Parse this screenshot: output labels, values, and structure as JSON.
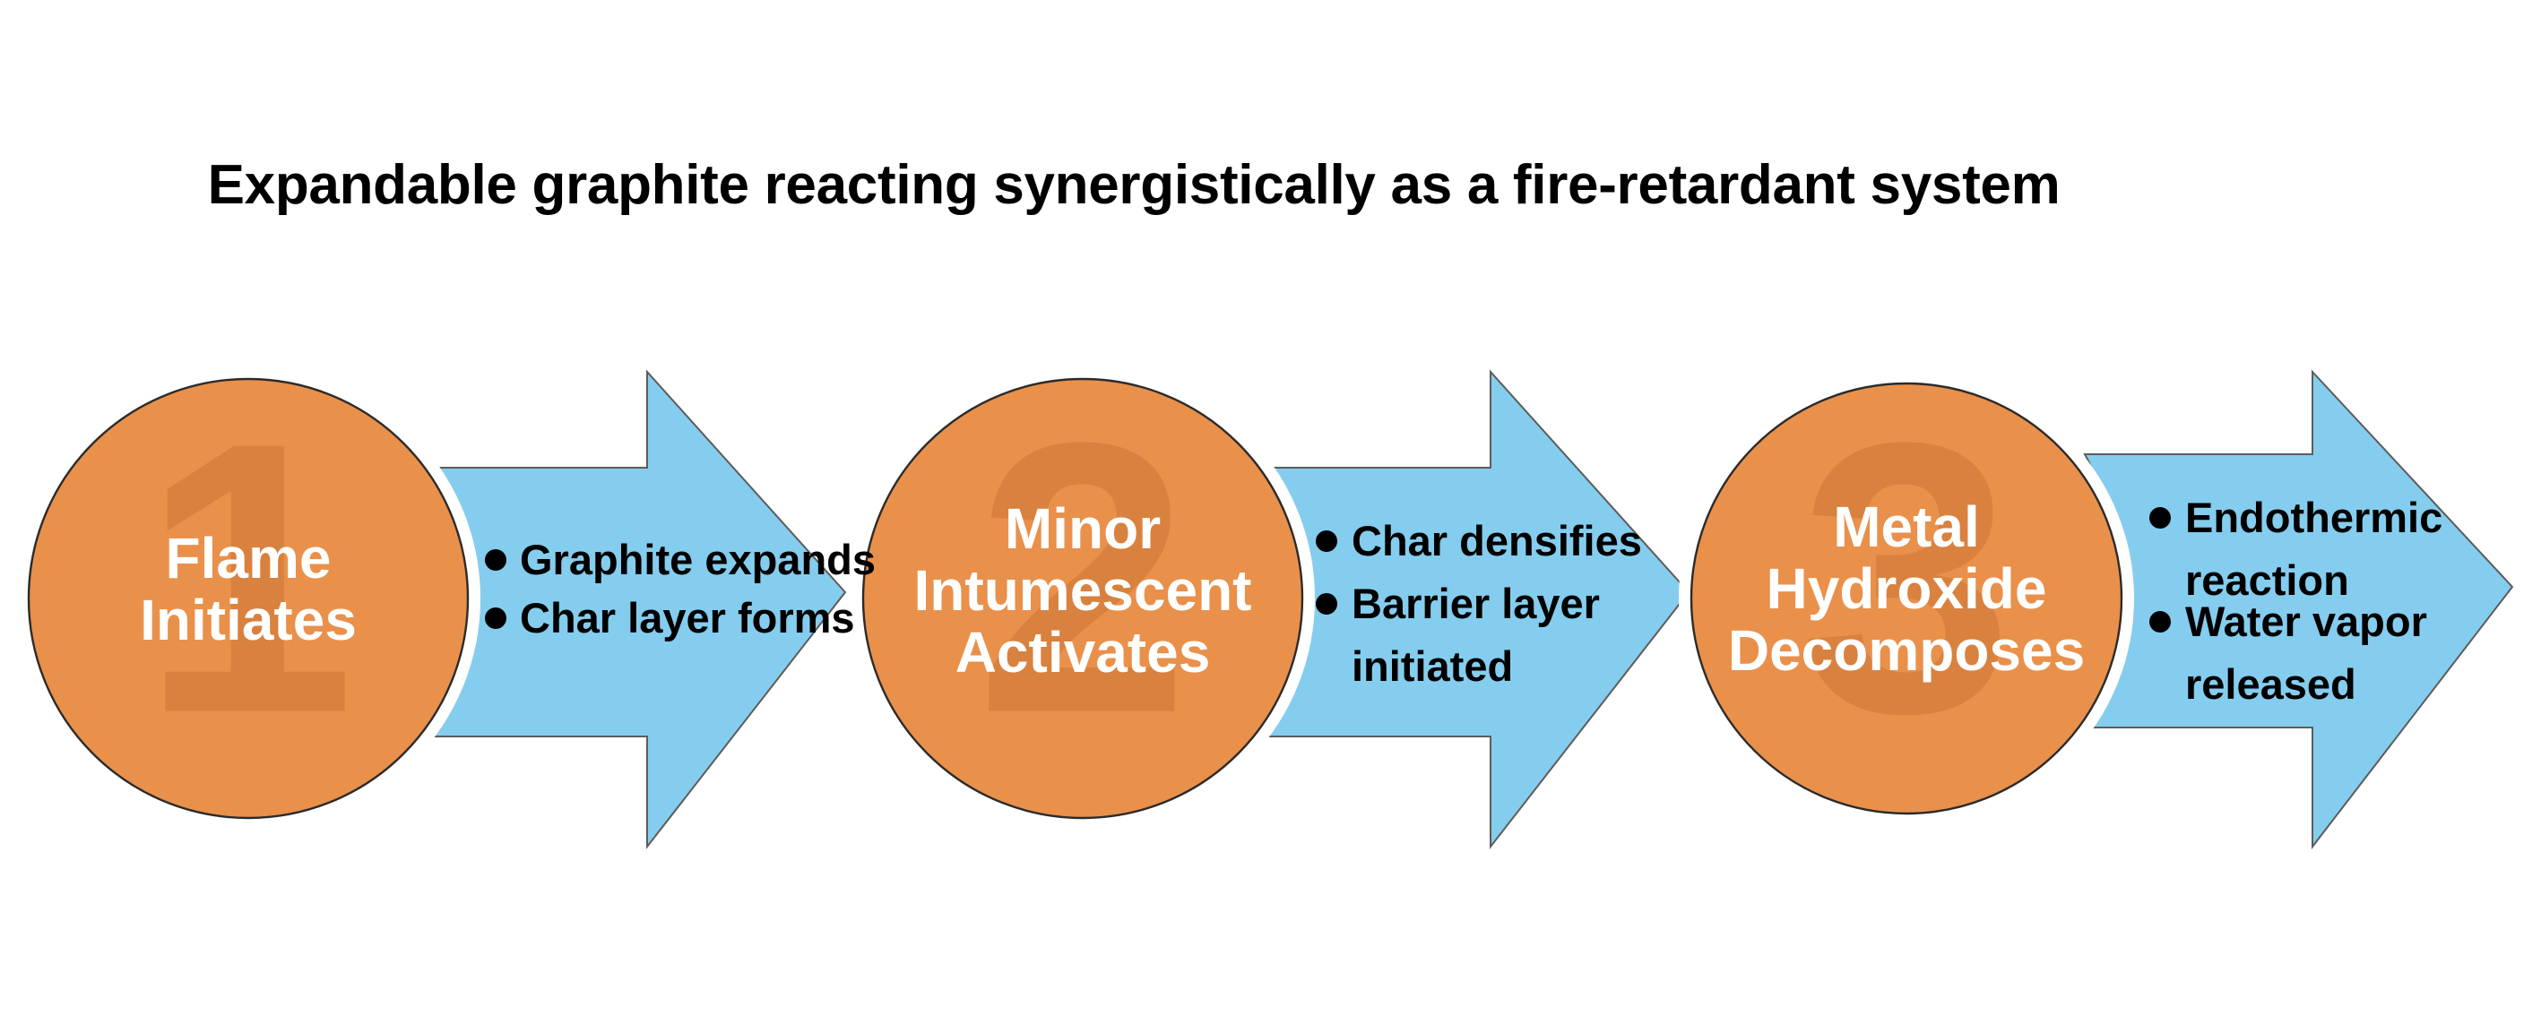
{
  "title": "Expandable graphite reacting synergistically as a fire-retardant system",
  "colors": {
    "circle_fill": "#e9904b",
    "circle_watermark": "#d9813f",
    "arrow_fill": "#85cdee",
    "circle_text": "#ffffff",
    "bullet_text": "#000000",
    "background": "#ffffff"
  },
  "steps": [
    {
      "number": "1",
      "label_lines": [
        "Flame",
        "Initiates"
      ],
      "bullets": [
        {
          "lines": [
            "Graphite expands"
          ]
        },
        {
          "lines": [
            "Char layer forms"
          ]
        }
      ]
    },
    {
      "number": "2",
      "label_lines": [
        "Minor",
        "Intumescent",
        "Activates"
      ],
      "bullets": [
        {
          "lines": [
            "Char densifies"
          ]
        },
        {
          "lines": [
            "Barrier layer",
            "initiated"
          ]
        }
      ]
    },
    {
      "number": "3",
      "label_lines": [
        "Metal",
        "Hydroxide",
        "Decomposes"
      ],
      "bullets": [
        {
          "lines": [
            "Endothermic",
            "reaction"
          ]
        },
        {
          "lines": [
            "Water vapor",
            "released"
          ]
        }
      ]
    }
  ]
}
